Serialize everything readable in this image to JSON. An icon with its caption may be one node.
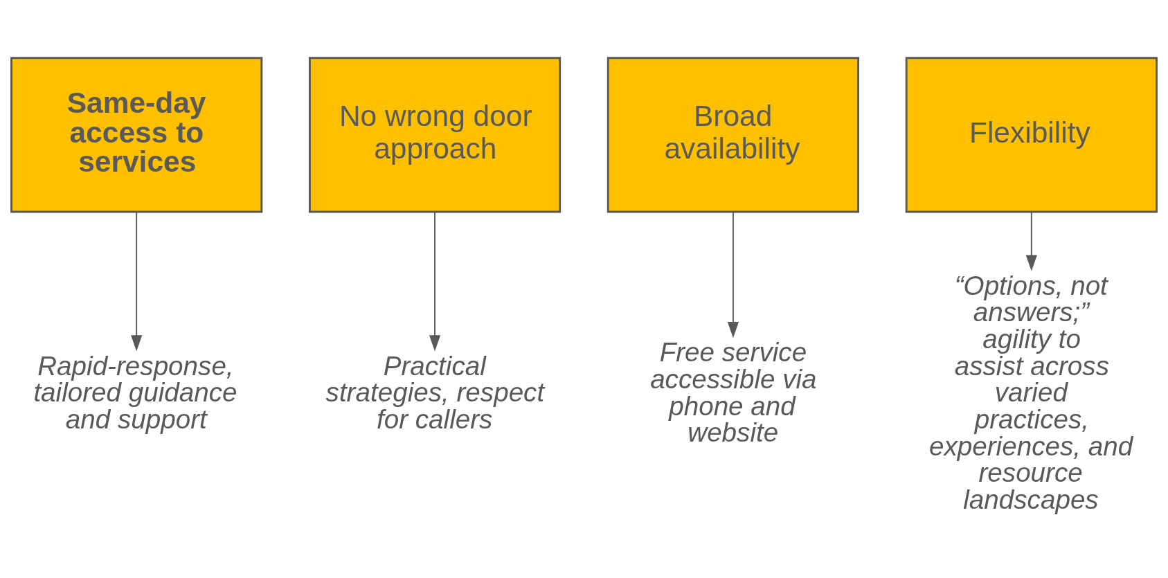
{
  "diagram": {
    "nodes": [
      {
        "text": [
          "Same-day access to services"
        ]
      },
      {
        "text": [
          "No wrong door approach"
        ]
      },
      {
        "text": [
          "Broad availability"
        ]
      },
      {
        "text": [
          "Flexibility"
        ]
      },
      {
        "text": [
          "Rapid-response, tailored guidance and support"
        ]
      },
      {
        "text": [
          "Practical strategies, respect for callers"
        ]
      },
      {
        "text": [
          "Free service accessible via phone and website"
        ]
      },
      {
        "text": [
          "“Options, not answers;” agility to assist across varied practices, experiences, and resource landscapes"
        ]
      }
    ],
    "edges": [
      {
        "from": 0,
        "to": 4,
        "arrow": "to"
      },
      {
        "from": 1,
        "to": 5,
        "arrow": "to"
      },
      {
        "from": 2,
        "to": 6,
        "arrow": "to"
      },
      {
        "from": 3,
        "to": 7,
        "arrow": "to"
      }
    ]
  }
}
